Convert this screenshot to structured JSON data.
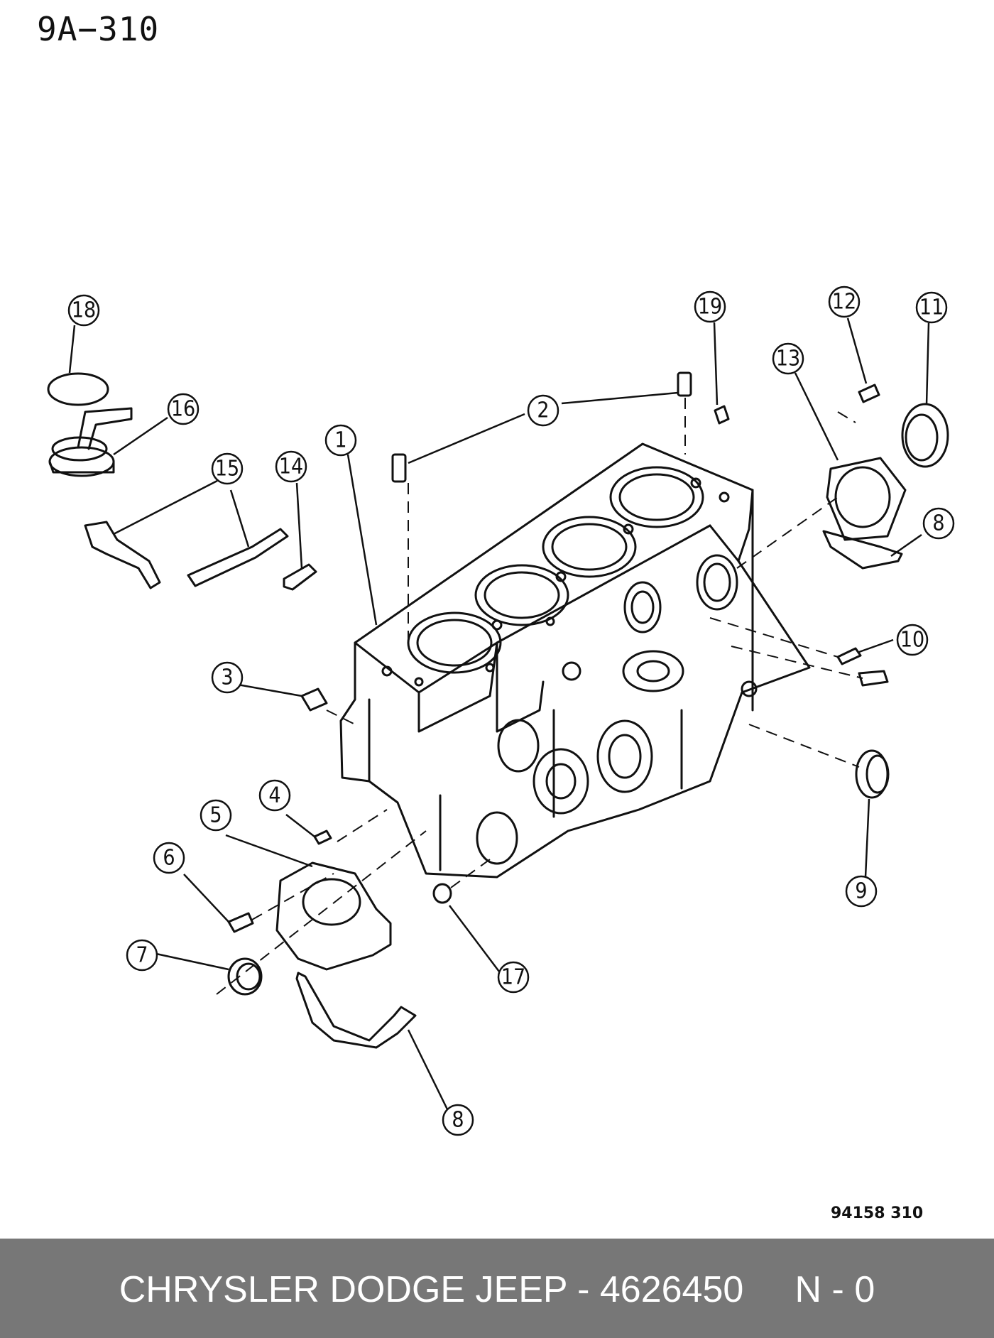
{
  "page_code": "9A−310",
  "figure_code": "94158  310",
  "footer": {
    "text": "CHRYSLER DODGE JEEP - 4626450     N - 0"
  },
  "callouts": [
    "1",
    "2",
    "3",
    "4",
    "5",
    "6",
    "7",
    "8",
    "8",
    "9",
    "10",
    "11",
    "12",
    "13",
    "14",
    "15",
    "16",
    "17",
    "18",
    "19"
  ],
  "colors": {
    "line": "#111111",
    "footer_bg": "#777777",
    "footer_text": "#ffffff"
  }
}
